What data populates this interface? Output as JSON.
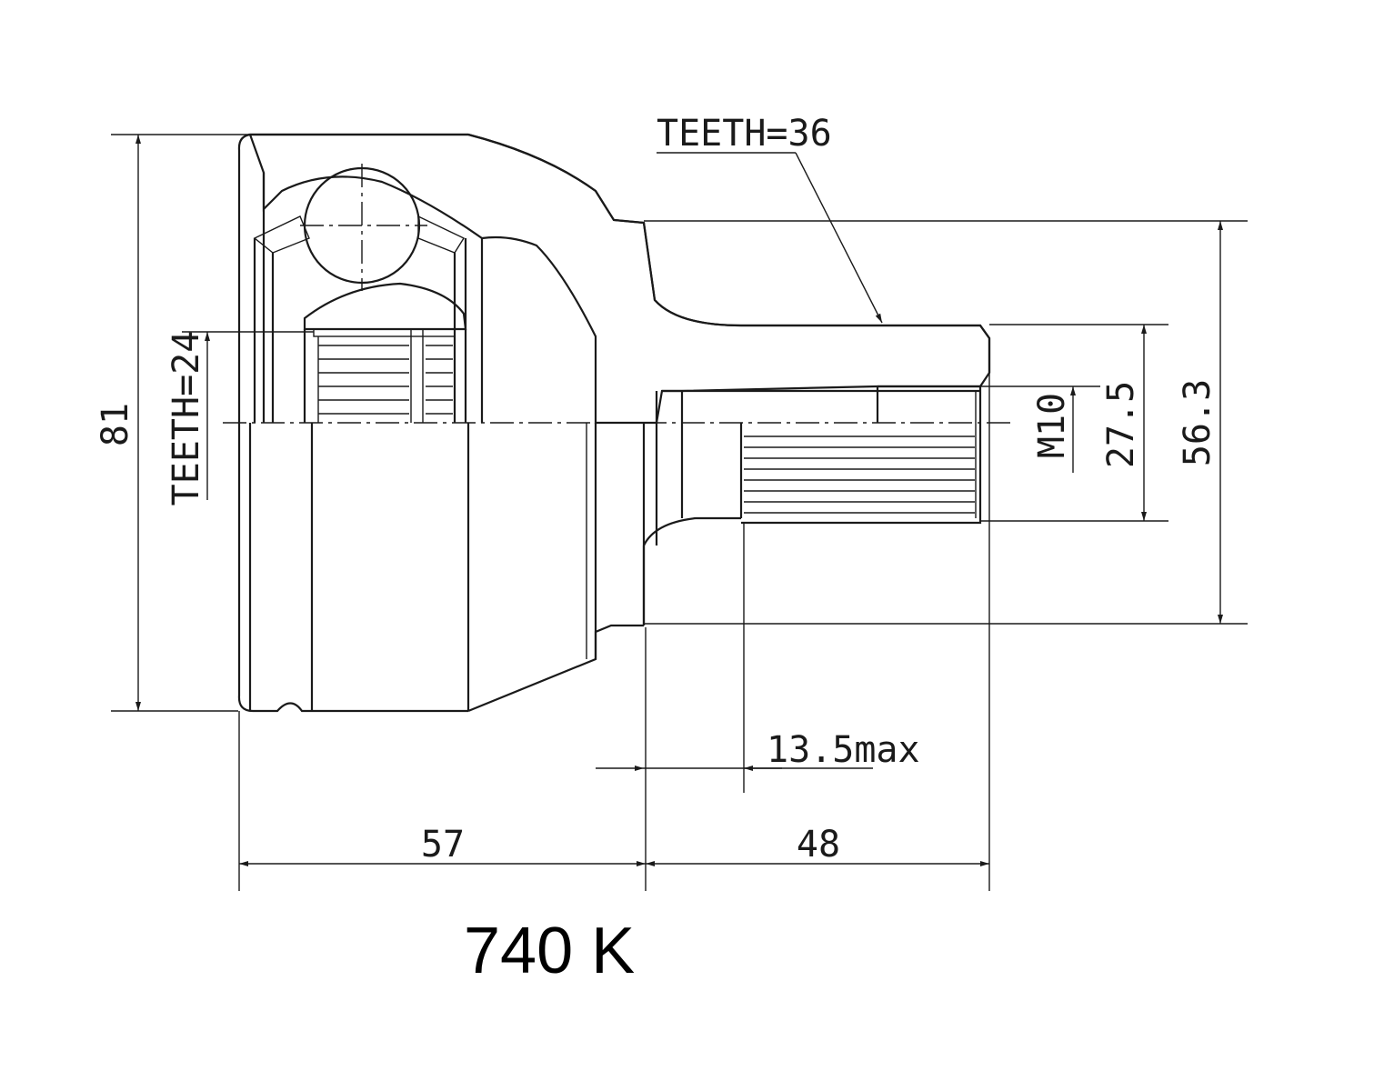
{
  "part_code": "740 K",
  "labels": {
    "teeth_outer": "TEETH=36",
    "teeth_inner": "TEETH=24",
    "thread": "M10",
    "offset": "13.5max"
  },
  "dimensions": {
    "overall_diameter": "81",
    "bell_length": "57",
    "stem_length": "48",
    "shaft_diameter": "56.3",
    "spline_diameter": "27.5"
  }
}
